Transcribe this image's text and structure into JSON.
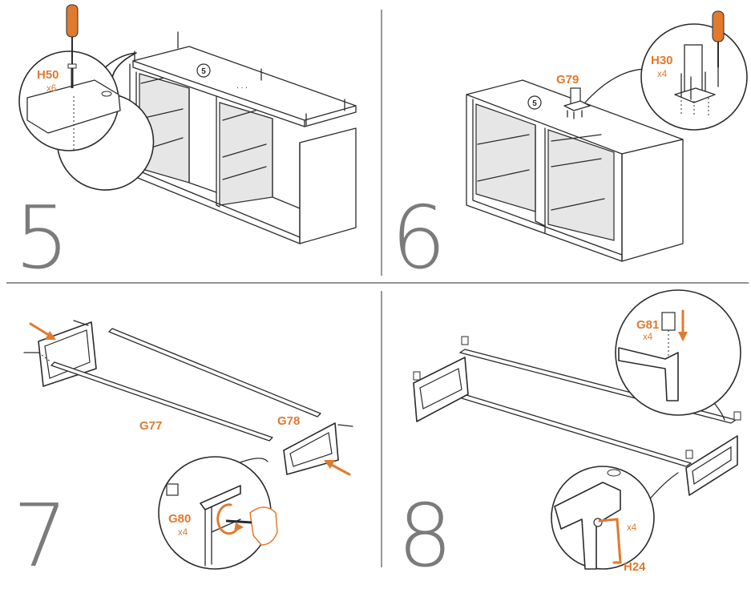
{
  "steps": [
    {
      "number": "5",
      "callout_part": "H50",
      "callout_qty": "x6",
      "marker": "5"
    },
    {
      "number": "6",
      "part_label": "G79",
      "callout_part": "H30",
      "callout_qty": "x4",
      "marker": "5"
    },
    {
      "number": "7",
      "part_rail": "G77",
      "part_frame": "G78",
      "callout_part": "G80",
      "callout_qty": "x4"
    },
    {
      "number": "8",
      "callout_part": "G81",
      "callout_qty": "x4",
      "tool_part": "H24",
      "tool_qty": "x4"
    }
  ],
  "colors": {
    "accent": "#e07a2e",
    "line": "#2b2b2b",
    "number": "#7b7b7b",
    "panel": "#e6e6e6"
  }
}
